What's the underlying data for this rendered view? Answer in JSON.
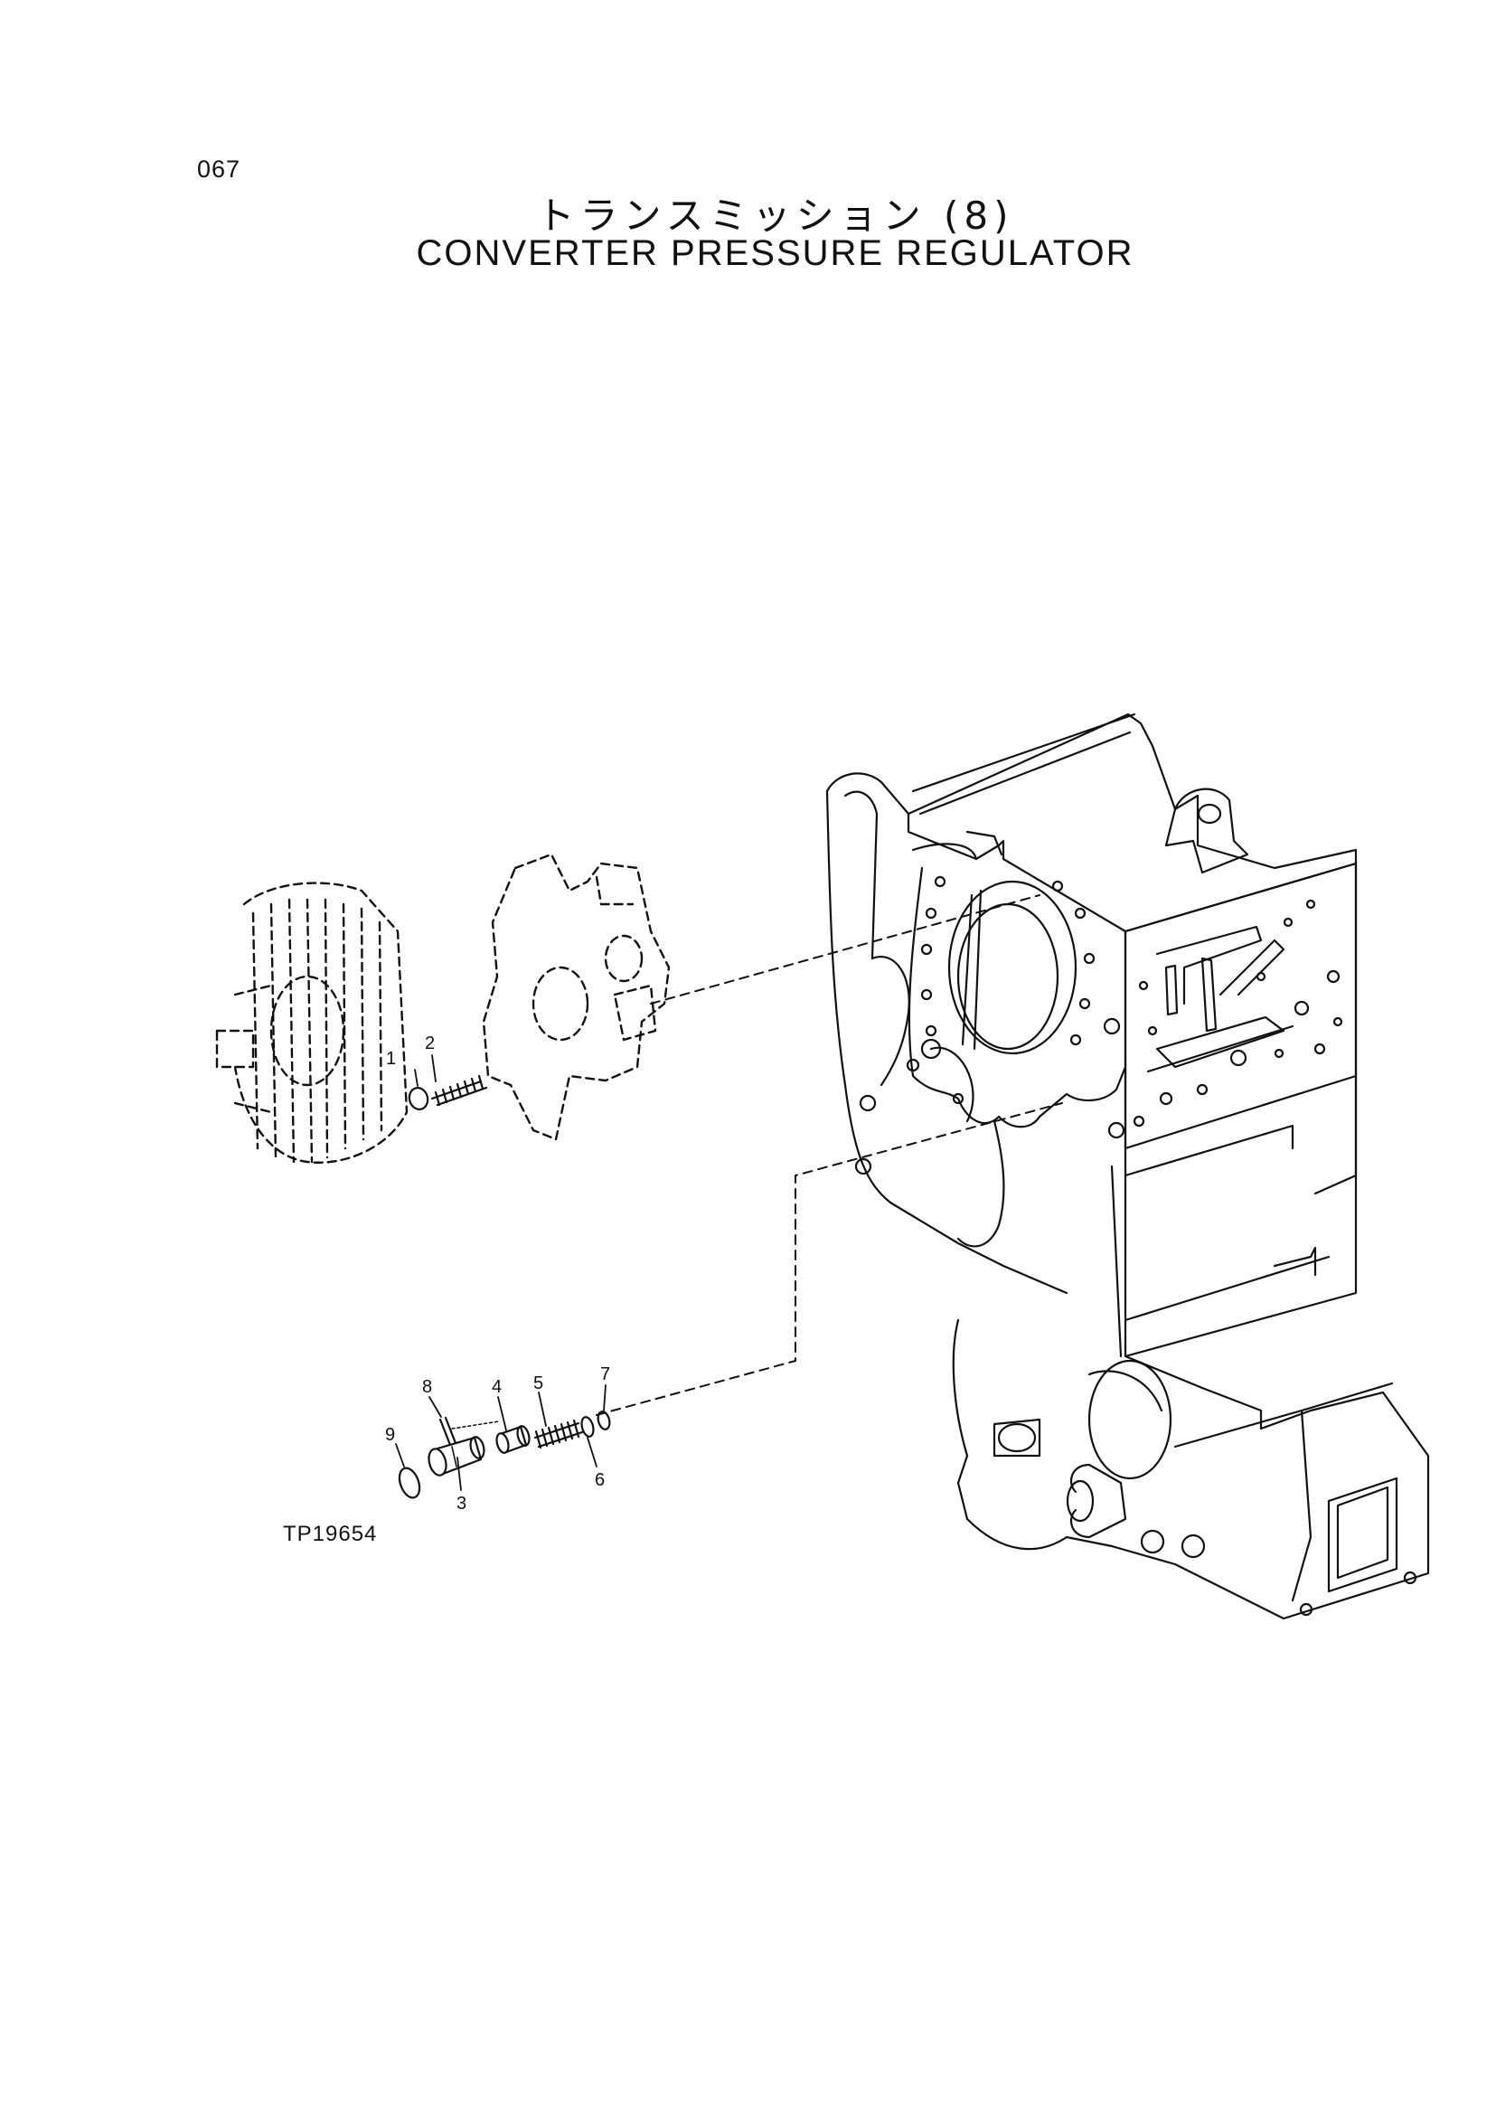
{
  "page": {
    "number": "067",
    "title_jp": "トランスミッション (8)",
    "title_en": "CONVERTER PRESSURE REGULATOR",
    "figure_code": "TP19654"
  },
  "callouts": [
    {
      "id": "1",
      "label": "1"
    },
    {
      "id": "2",
      "label": "2"
    },
    {
      "id": "3",
      "label": "3"
    },
    {
      "id": "4",
      "label": "4"
    },
    {
      "id": "5",
      "label": "5"
    },
    {
      "id": "6",
      "label": "6"
    },
    {
      "id": "7",
      "label": "7"
    },
    {
      "id": "8",
      "label": "8"
    },
    {
      "id": "9",
      "label": "9"
    }
  ],
  "line_color": "#111111"
}
